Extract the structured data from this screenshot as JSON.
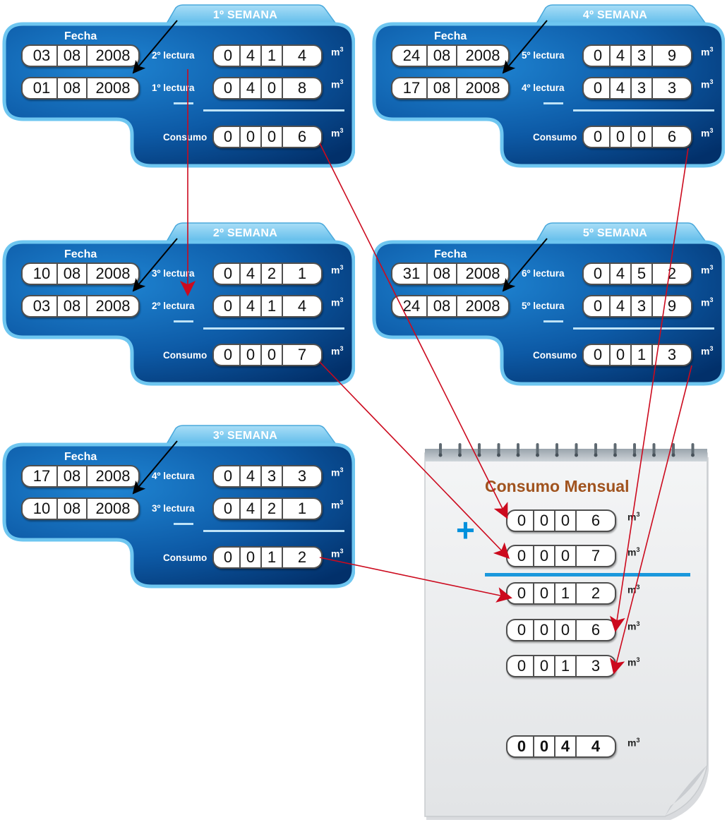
{
  "weeks": [
    {
      "title": "1º SEMANA",
      "fecha": "Fecha",
      "date_new": [
        "03",
        "08",
        "2008"
      ],
      "date_old": [
        "01",
        "08",
        "2008"
      ],
      "label_new": "2º lectura",
      "label_old": "1º lectura",
      "reading_new": [
        "0",
        "4",
        "1",
        "4"
      ],
      "reading_old": [
        "0",
        "4",
        "0",
        "8"
      ],
      "consumo_label": "Consumo",
      "consumo": [
        "0",
        "0",
        "0",
        "6"
      ]
    },
    {
      "title": "2º SEMANA",
      "fecha": "Fecha",
      "date_new": [
        "10",
        "08",
        "2008"
      ],
      "date_old": [
        "03",
        "08",
        "2008"
      ],
      "label_new": "3º lectura",
      "label_old": "2º lectura",
      "reading_new": [
        "0",
        "4",
        "2",
        "1"
      ],
      "reading_old": [
        "0",
        "4",
        "1",
        "4"
      ],
      "consumo_label": "Consumo",
      "consumo": [
        "0",
        "0",
        "0",
        "7"
      ]
    },
    {
      "title": "3º SEMANA",
      "fecha": "Fecha",
      "date_new": [
        "17",
        "08",
        "2008"
      ],
      "date_old": [
        "10",
        "08",
        "2008"
      ],
      "label_new": "4º lectura",
      "label_old": "3º lectura",
      "reading_new": [
        "0",
        "4",
        "3",
        "3"
      ],
      "reading_old": [
        "0",
        "4",
        "2",
        "1"
      ],
      "consumo_label": "Consumo",
      "consumo": [
        "0",
        "0",
        "1",
        "2"
      ]
    },
    {
      "title": "4º SEMANA",
      "fecha": "Fecha",
      "date_new": [
        "24",
        "08",
        "2008"
      ],
      "date_old": [
        "17",
        "08",
        "2008"
      ],
      "label_new": "5º lectura",
      "label_old": "4º lectura",
      "reading_new": [
        "0",
        "4",
        "3",
        "9"
      ],
      "reading_old": [
        "0",
        "4",
        "3",
        "3"
      ],
      "consumo_label": "Consumo",
      "consumo": [
        "0",
        "0",
        "0",
        "6"
      ]
    },
    {
      "title": "5º SEMANA",
      "fecha": "Fecha",
      "date_new": [
        "31",
        "08",
        "2008"
      ],
      "date_old": [
        "24",
        "08",
        "2008"
      ],
      "label_new": "6º lectura",
      "label_old": "5º lectura",
      "reading_new": [
        "0",
        "4",
        "5",
        "2"
      ],
      "reading_old": [
        "0",
        "4",
        "3",
        "9"
      ],
      "consumo_label": "Consumo",
      "consumo": [
        "0",
        "0",
        "1",
        "3"
      ]
    }
  ],
  "unit": "m",
  "unit_sup": "3",
  "monthly": {
    "title": "Consumo Mensual",
    "rows": [
      [
        "0",
        "0",
        "0",
        "6"
      ],
      [
        "0",
        "0",
        "0",
        "7"
      ],
      [
        "0",
        "0",
        "1",
        "2"
      ],
      [
        "0",
        "0",
        "0",
        "6"
      ],
      [
        "0",
        "0",
        "1",
        "3"
      ]
    ],
    "plus": "+",
    "total": [
      "0",
      "0",
      "4",
      "4"
    ]
  },
  "colors": {
    "panel_dark": "#003a78",
    "panel_mid": "#1a78c8",
    "panel_border": "#6ec6f0",
    "arrow_red": "#cc0a1e",
    "arrow_black": "#000000",
    "title_brown": "#a0531e",
    "accent_blue": "#0090dc"
  }
}
